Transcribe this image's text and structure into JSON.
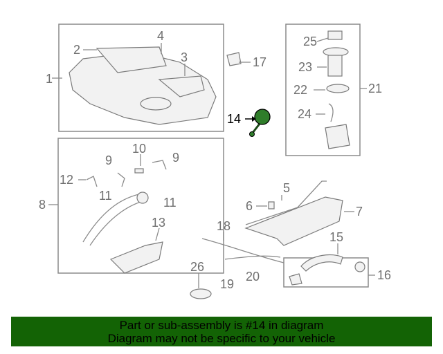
{
  "diagram": {
    "highlighted_part": "14",
    "callouts": {
      "p1": "1",
      "p2": "2",
      "p3": "3",
      "p4": "4",
      "p5": "5",
      "p6": "6",
      "p7": "7",
      "p8": "8",
      "p9a": "9",
      "p9b": "9",
      "p10": "10",
      "p11a": "11",
      "p11b": "11",
      "p12": "12",
      "p13": "13",
      "p14": "14",
      "p15": "15",
      "p16": "16",
      "p17": "17",
      "p18": "18",
      "p19": "19",
      "p20": "20",
      "p21": "21",
      "p22": "22",
      "p23": "23",
      "p24": "24",
      "p25": "25",
      "p26": "26"
    },
    "colors": {
      "highlight": "#2f7d2a",
      "banner": "#136305"
    }
  },
  "banner": {
    "line1": "Part or sub-assembly is #14 in diagram",
    "line2": "Diagram may not be specific to your vehicle"
  }
}
